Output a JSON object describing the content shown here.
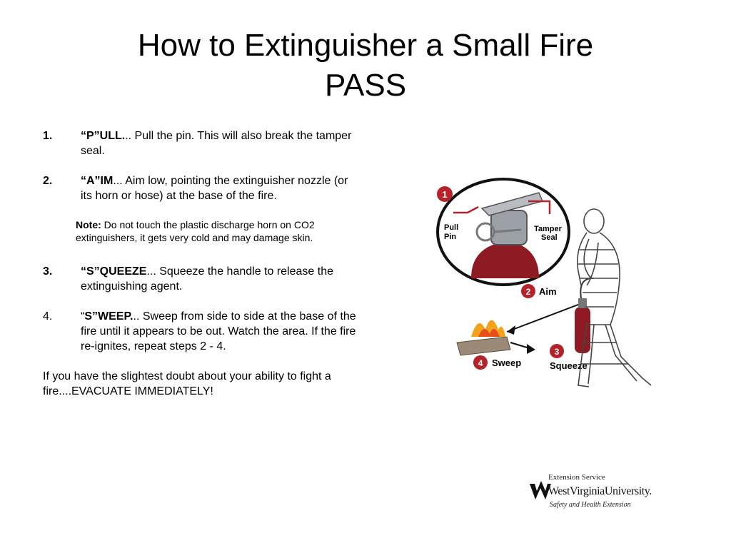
{
  "title": {
    "line1": "How to Extinguisher a Small Fire",
    "line2": "PASS"
  },
  "steps": [
    {
      "num": "1.",
      "lead": "“P”ULL.",
      "text": ".. Pull the pin. This will also break the tamper seal."
    },
    {
      "num": "2.",
      "lead": "“A”IM",
      "text": "... Aim low, pointing the extinguisher nozzle (or its horn or hose) at the base of the fire."
    },
    {
      "num": "3.",
      "lead": "“S”QUEEZE",
      "text": "... Squeeze the handle to release the extinguishing agent."
    },
    {
      "num": "4.",
      "lead_prefix": "“",
      "lead": "S”WEEP.",
      "text": ".. Sweep from side to side at the base of the fire until it appears to be out. Watch the area. If the fire re-ignites, repeat steps 2 - 4."
    }
  ],
  "note": {
    "lead": "Note:",
    "text": " Do not touch the plastic discharge horn on CO2 extinguishers, it gets very cold and may damage skin."
  },
  "closing": "If you have the slightest doubt about your ability to fight a fire....EVACUATE IMMEDIATELY!",
  "illustration": {
    "labels": {
      "one": "1",
      "two": "2",
      "three": "3",
      "four": "4",
      "pull_pin_1": "Pull",
      "pull_pin_2": "Pin",
      "tamper_1": "Tamper",
      "tamper_2": "Seal",
      "aim": "Aim",
      "squeeze": "Squeeze",
      "sweep": "Sweep"
    }
  },
  "logo": {
    "line1": "Extension Service",
    "line2": "WestVirginiaUniversity.",
    "line3": "Safety and Health Extension"
  },
  "colors": {
    "extinguisher_red": "#8e1b24",
    "badge": "#b5222a"
  }
}
